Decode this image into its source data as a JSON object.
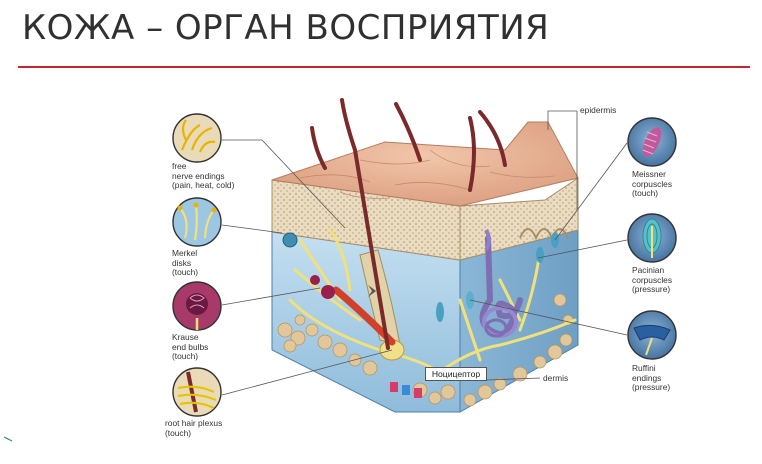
{
  "slide": {
    "title": "КОЖА – ОРГАН ВОСПРИЯТИЯ"
  },
  "labels": {
    "free_nerve_endings": "free\nnerve endings\n(pain, heat, cold)",
    "merkel_disks": "Merkel\ndisks\n(touch)",
    "krause_end_bulbs": "Krause\nend bulbs\n(touch)",
    "root_hair_plexus": "root hair plexus\n(touch)",
    "epidermis": "epidermis",
    "meissner": "Meissner\ncorpuscles\n(touch)",
    "pacinian": "Pacinian\ncorpuscles\n(pressure)",
    "ruffini": "Ruffini\nendings\n(pressure)",
    "dermis": "dermis",
    "nociceptor": "Ноцицептор"
  },
  "colors": {
    "accent_rule": "#c0282e",
    "skin_top": "#e8b195",
    "dermis_blue": "#9cc6e2",
    "nerve_yellow": "#f2e07a",
    "hair": "#7a2a2a"
  }
}
